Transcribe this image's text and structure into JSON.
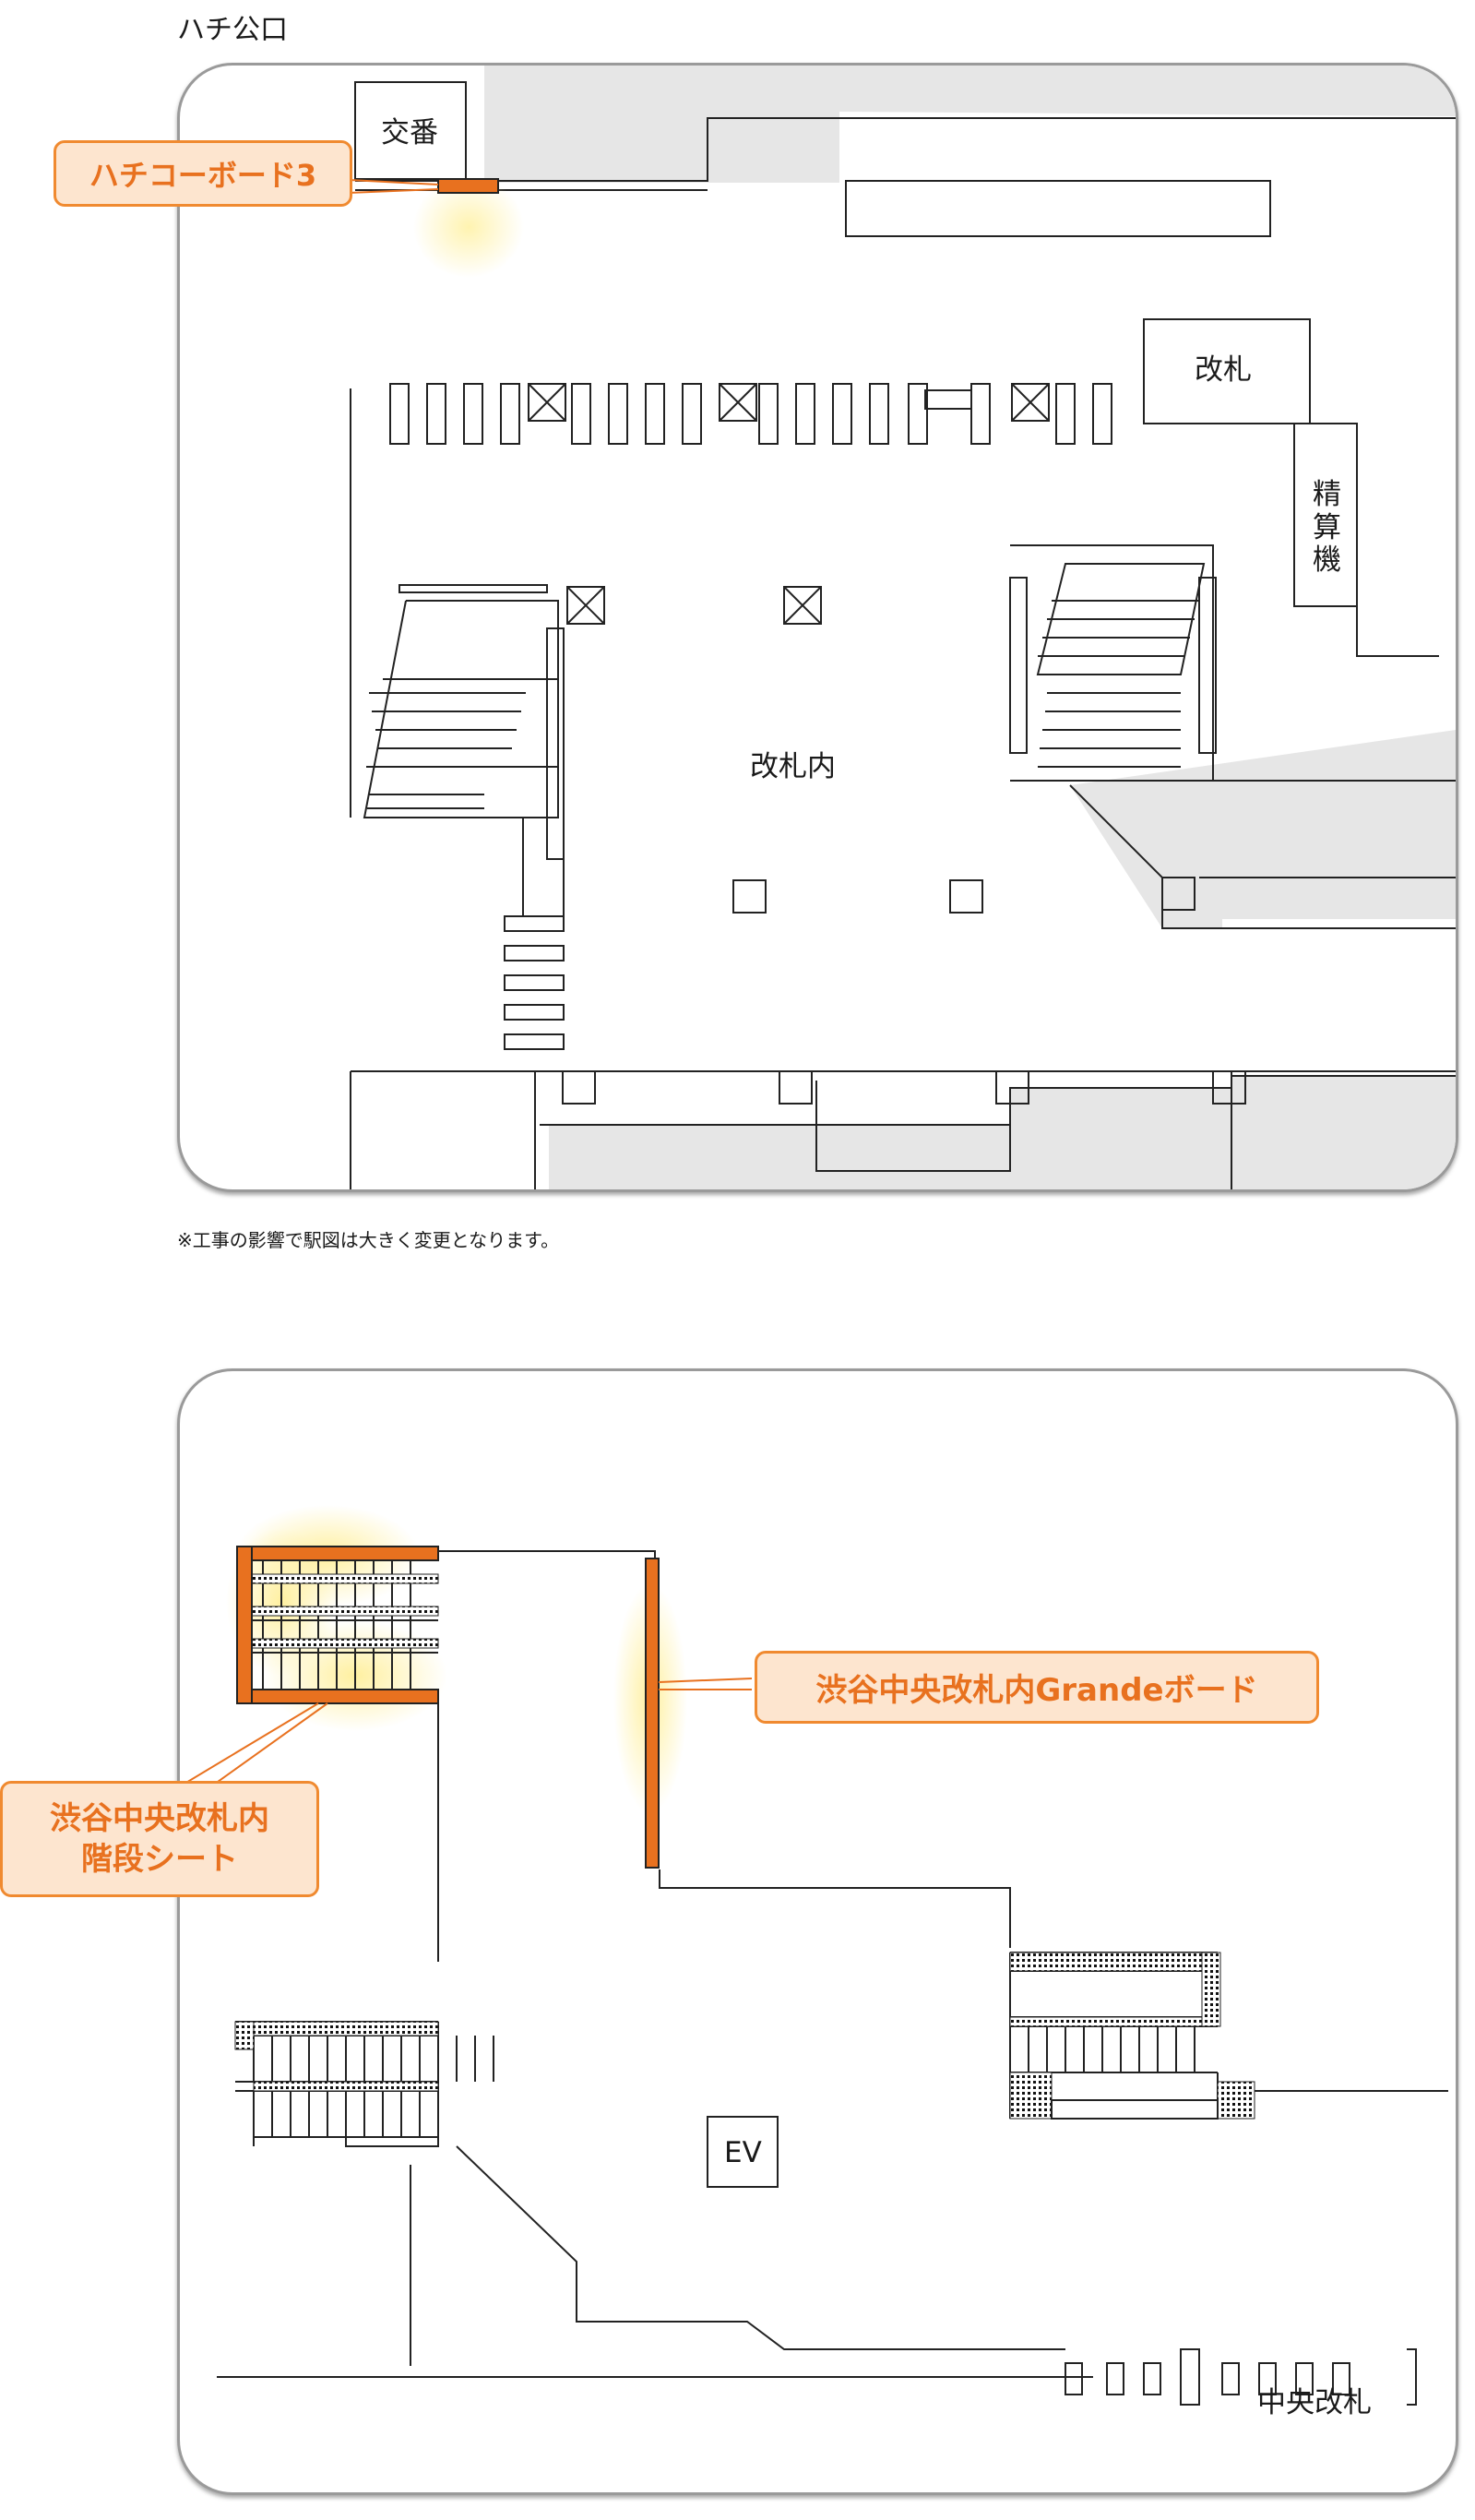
{
  "top_map": {
    "exit_label": "ハチ公口",
    "police_box": "交番",
    "gate": "改札",
    "fare_machine": "精算機",
    "inside_gate": "改札内",
    "note": "※工事の影響で駅図は大きく変更となります。"
  },
  "bottom_map": {
    "ev": "EV",
    "central_gate": "中央改札"
  },
  "callouts": {
    "hachiko_board": "ハチコーボード3",
    "grande_board": "渋谷中央改札内Grandeボード",
    "stair_sheet_line1": "渋谷中央改札内",
    "stair_sheet_line2": "階段シート"
  },
  "colors": {
    "accent": "#e8711f",
    "callout_fill": "#fde5cf",
    "board": "#e8711f",
    "glow": "#fff3b0",
    "shaded_area": "#e6e6e6"
  }
}
